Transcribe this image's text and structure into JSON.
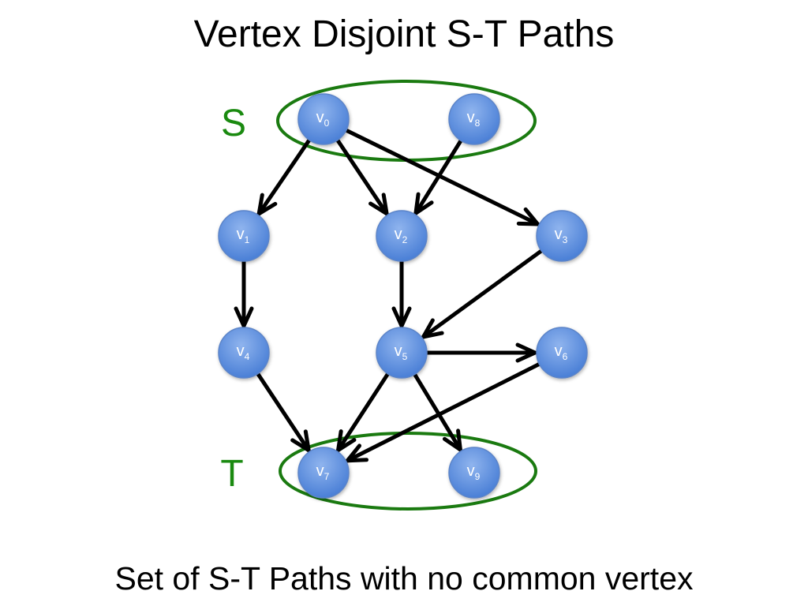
{
  "title": "Vertex Disjoint S-T Paths",
  "caption": "Set of S-T Paths with no common vertex",
  "colors": {
    "set_outline": "#1a7a10",
    "set_label": "#1a8a10",
    "node_fill_light": "#8fb4ee",
    "node_fill_dark": "#4a7fd6",
    "node_stroke": "#5b84c8",
    "edge": "#000000"
  },
  "sets": [
    {
      "id": "S",
      "label": "S",
      "members": [
        "v0",
        "v8"
      ]
    },
    {
      "id": "T",
      "label": "T",
      "members": [
        "v7",
        "v9"
      ]
    }
  ],
  "nodes": [
    {
      "id": "v0",
      "base": "v",
      "sub": "0"
    },
    {
      "id": "v8",
      "base": "v",
      "sub": "8"
    },
    {
      "id": "v1",
      "base": "v",
      "sub": "1"
    },
    {
      "id": "v2",
      "base": "v",
      "sub": "2"
    },
    {
      "id": "v3",
      "base": "v",
      "sub": "3"
    },
    {
      "id": "v4",
      "base": "v",
      "sub": "4"
    },
    {
      "id": "v5",
      "base": "v",
      "sub": "5"
    },
    {
      "id": "v6",
      "base": "v",
      "sub": "6"
    },
    {
      "id": "v7",
      "base": "v",
      "sub": "7"
    },
    {
      "id": "v9",
      "base": "v",
      "sub": "9"
    }
  ],
  "edges": [
    {
      "from": "v0",
      "to": "v1"
    },
    {
      "from": "v0",
      "to": "v2"
    },
    {
      "from": "v0",
      "to": "v3"
    },
    {
      "from": "v8",
      "to": "v2"
    },
    {
      "from": "v1",
      "to": "v4"
    },
    {
      "from": "v2",
      "to": "v5"
    },
    {
      "from": "v3",
      "to": "v5"
    },
    {
      "from": "v5",
      "to": "v6"
    },
    {
      "from": "v4",
      "to": "v7"
    },
    {
      "from": "v5",
      "to": "v7"
    },
    {
      "from": "v6",
      "to": "v7"
    },
    {
      "from": "v5",
      "to": "v9"
    }
  ]
}
